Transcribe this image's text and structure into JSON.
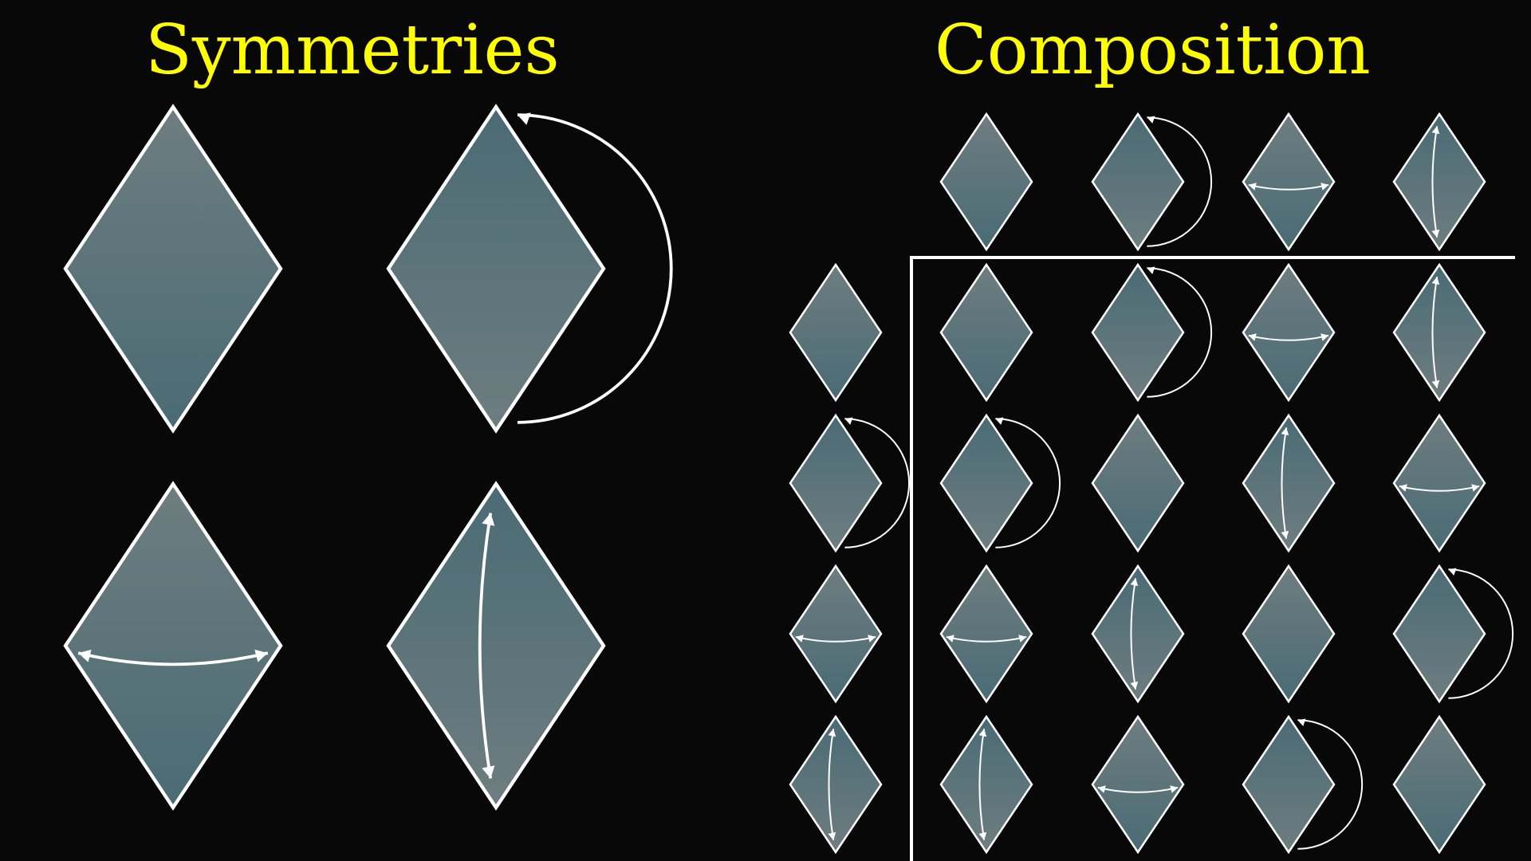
{
  "titles": {
    "symmetries": "Symmetries",
    "composition": "Composition"
  },
  "colors": {
    "background": "#080808",
    "title": "#ffff00",
    "outline": "#ffffff",
    "fill_light": "#6c7c80",
    "fill_dark": "#4d6d76"
  },
  "symmetries": [
    {
      "id": "identity",
      "marker": "none",
      "shading": "top-light"
    },
    {
      "id": "rotation",
      "marker": "rotation-arrow",
      "shading": "bottom-light"
    },
    {
      "id": "horizontal-flip",
      "marker": "horizontal-arrow",
      "shading": "top-light"
    },
    {
      "id": "vertical-flip",
      "marker": "vertical-arrow",
      "shading": "bottom-light"
    }
  ],
  "composition_table": {
    "header": [
      "identity",
      "rotation",
      "horizontal-flip",
      "vertical-flip"
    ],
    "rows": [
      {
        "row": "identity",
        "results": [
          "identity",
          "rotation",
          "horizontal-flip",
          "vertical-flip"
        ]
      },
      {
        "row": "rotation",
        "results": [
          "rotation",
          "identity",
          "vertical-flip",
          "horizontal-flip"
        ]
      },
      {
        "row": "horizontal-flip",
        "results": [
          "horizontal-flip",
          "vertical-flip",
          "identity",
          "rotation"
        ]
      },
      {
        "row": "vertical-flip",
        "results": [
          "vertical-flip",
          "horizontal-flip",
          "rotation",
          "identity"
        ]
      }
    ]
  }
}
